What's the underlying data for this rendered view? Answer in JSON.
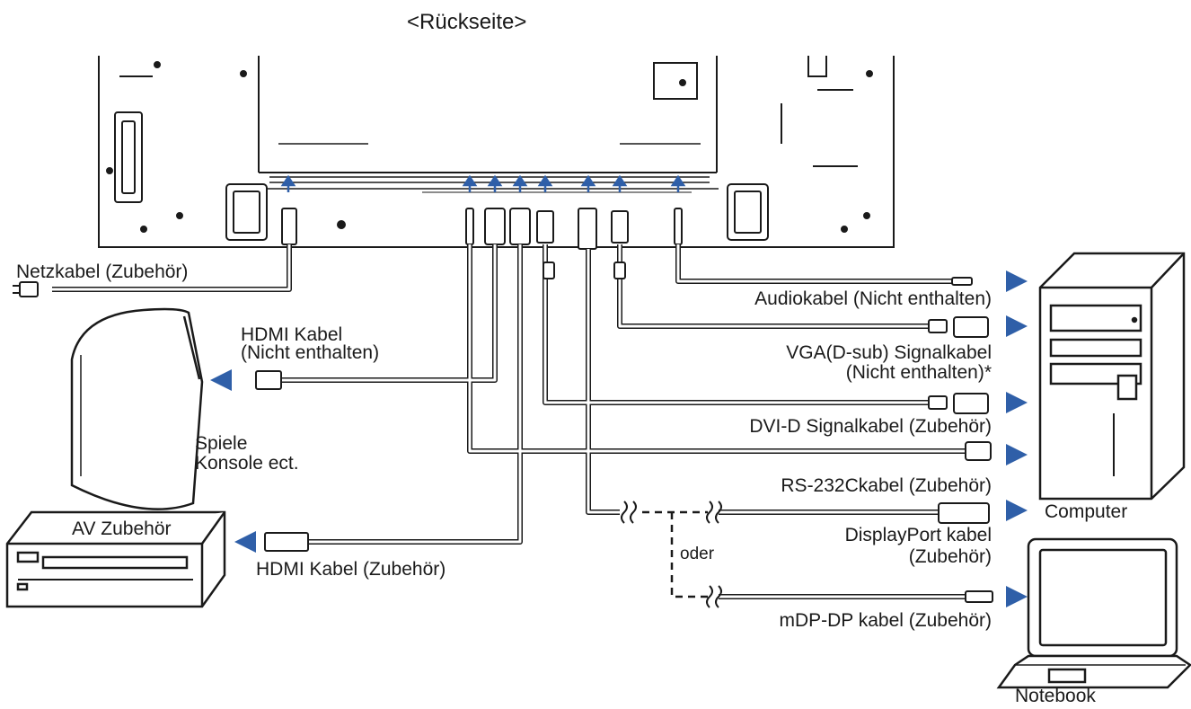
{
  "title": "<Rückseite>",
  "labels": {
    "netzkabel": "Netzkabel (Zubehör)",
    "hdmi_console_1": "HDMI Kabel",
    "hdmi_console_2": "(Nicht enthalten)",
    "console_1": "Spiele",
    "console_2": "Konsole ect.",
    "av": "AV Zubehör",
    "hdmi_av": "HDMI Kabel (Zubehör)",
    "audio": "Audiokabel (Nicht enthalten)",
    "vga_1": "VGA(D-sub) Signalkabel",
    "vga_2": "(Nicht enthalten)*",
    "dvi": "DVI-D Signalkabel (Zubehör)",
    "rs232": "RS-232Ckabel (Zubehör)",
    "displayport_1": "DisplayPort kabel",
    "displayport_2": "(Zubehör)",
    "oder": "oder",
    "mdp": "mDP-DP kabel (Zubehör)",
    "computer": "Computer",
    "notebook": "Notebook"
  },
  "colors": {
    "line": "#1a1a1a",
    "cable_fill": "#ffffff",
    "arrow": "#2f5fa8"
  }
}
